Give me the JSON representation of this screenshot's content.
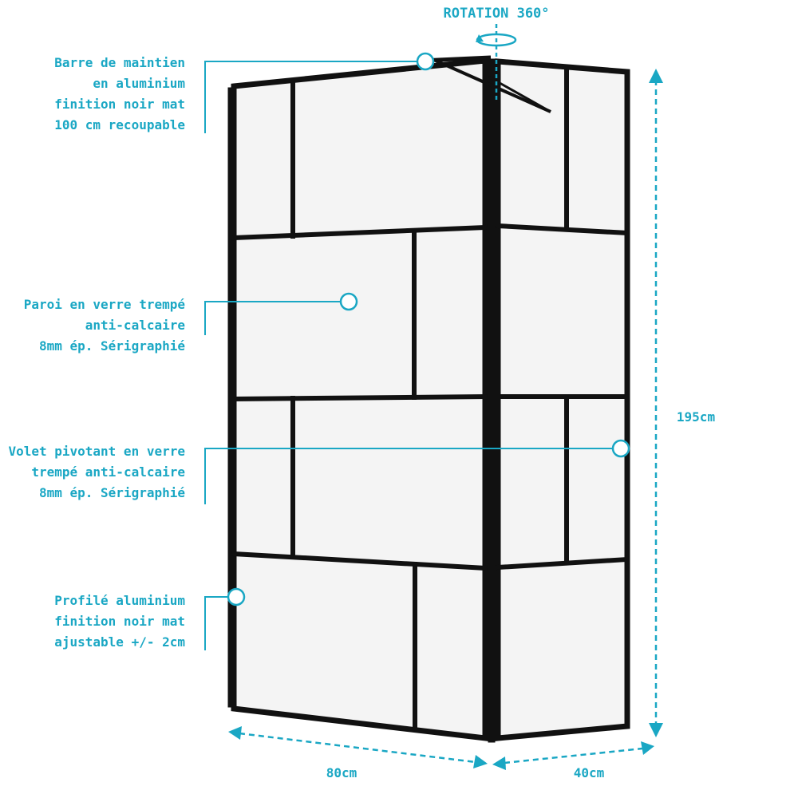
{
  "accent_color": "#1aa7c4",
  "frame_color": "#111111",
  "glass_color": "#f4f4f4",
  "rotation_label": "ROTATION 360°",
  "annotations": [
    {
      "id": "barre",
      "lines": [
        "Barre de maintien",
        "en aluminium",
        "finition noir mat",
        "100 cm recoupable"
      ]
    },
    {
      "id": "paroi",
      "lines": [
        "Paroi en verre trempé",
        "anti-calcaire",
        "8mm ép. Sérigraphié"
      ]
    },
    {
      "id": "volet",
      "lines": [
        "Volet pivotant en verre",
        "trempé anti-calcaire",
        "8mm ép. Sérigraphié"
      ]
    },
    {
      "id": "profile",
      "lines": [
        "Profilé aluminium",
        "finition noir mat",
        "ajustable +/- 2cm"
      ]
    }
  ],
  "dimensions": {
    "height": "195cm",
    "width_main": "80cm",
    "width_side": "40cm"
  }
}
